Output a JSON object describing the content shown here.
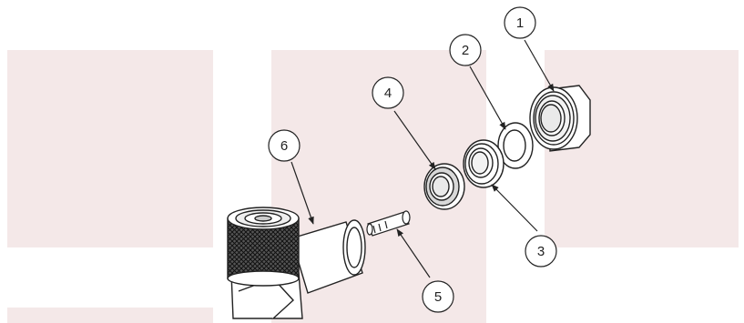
{
  "callouts": [
    {
      "label": "1",
      "part": "hex-coupling-nut"
    },
    {
      "label": "2",
      "part": "flat-washer"
    },
    {
      "label": "3",
      "part": "clamp-ring"
    },
    {
      "label": "4",
      "part": "gasket-bushing"
    },
    {
      "label": "5",
      "part": "center-contact-pin"
    },
    {
      "label": "6",
      "part": "right-angle-connector-body"
    }
  ],
  "colors": {
    "panel": "#f4e8e8",
    "line": "#222222"
  }
}
